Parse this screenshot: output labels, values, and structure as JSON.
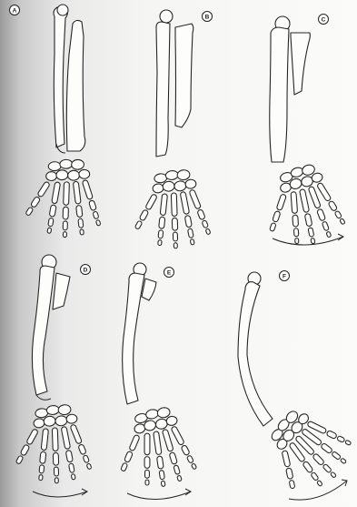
{
  "panels": [
    {
      "id": "A",
      "label": "A"
    },
    {
      "id": "B",
      "label": "B"
    },
    {
      "id": "C",
      "label": "C"
    },
    {
      "id": "D",
      "label": "D"
    },
    {
      "id": "E",
      "label": "E"
    },
    {
      "id": "F",
      "label": "F"
    }
  ],
  "colors": {
    "ink": "#262626",
    "paper": "#fbfbfa",
    "bone_fill": "#fdfdfb",
    "shadow_edge": "#9a9a9a"
  }
}
